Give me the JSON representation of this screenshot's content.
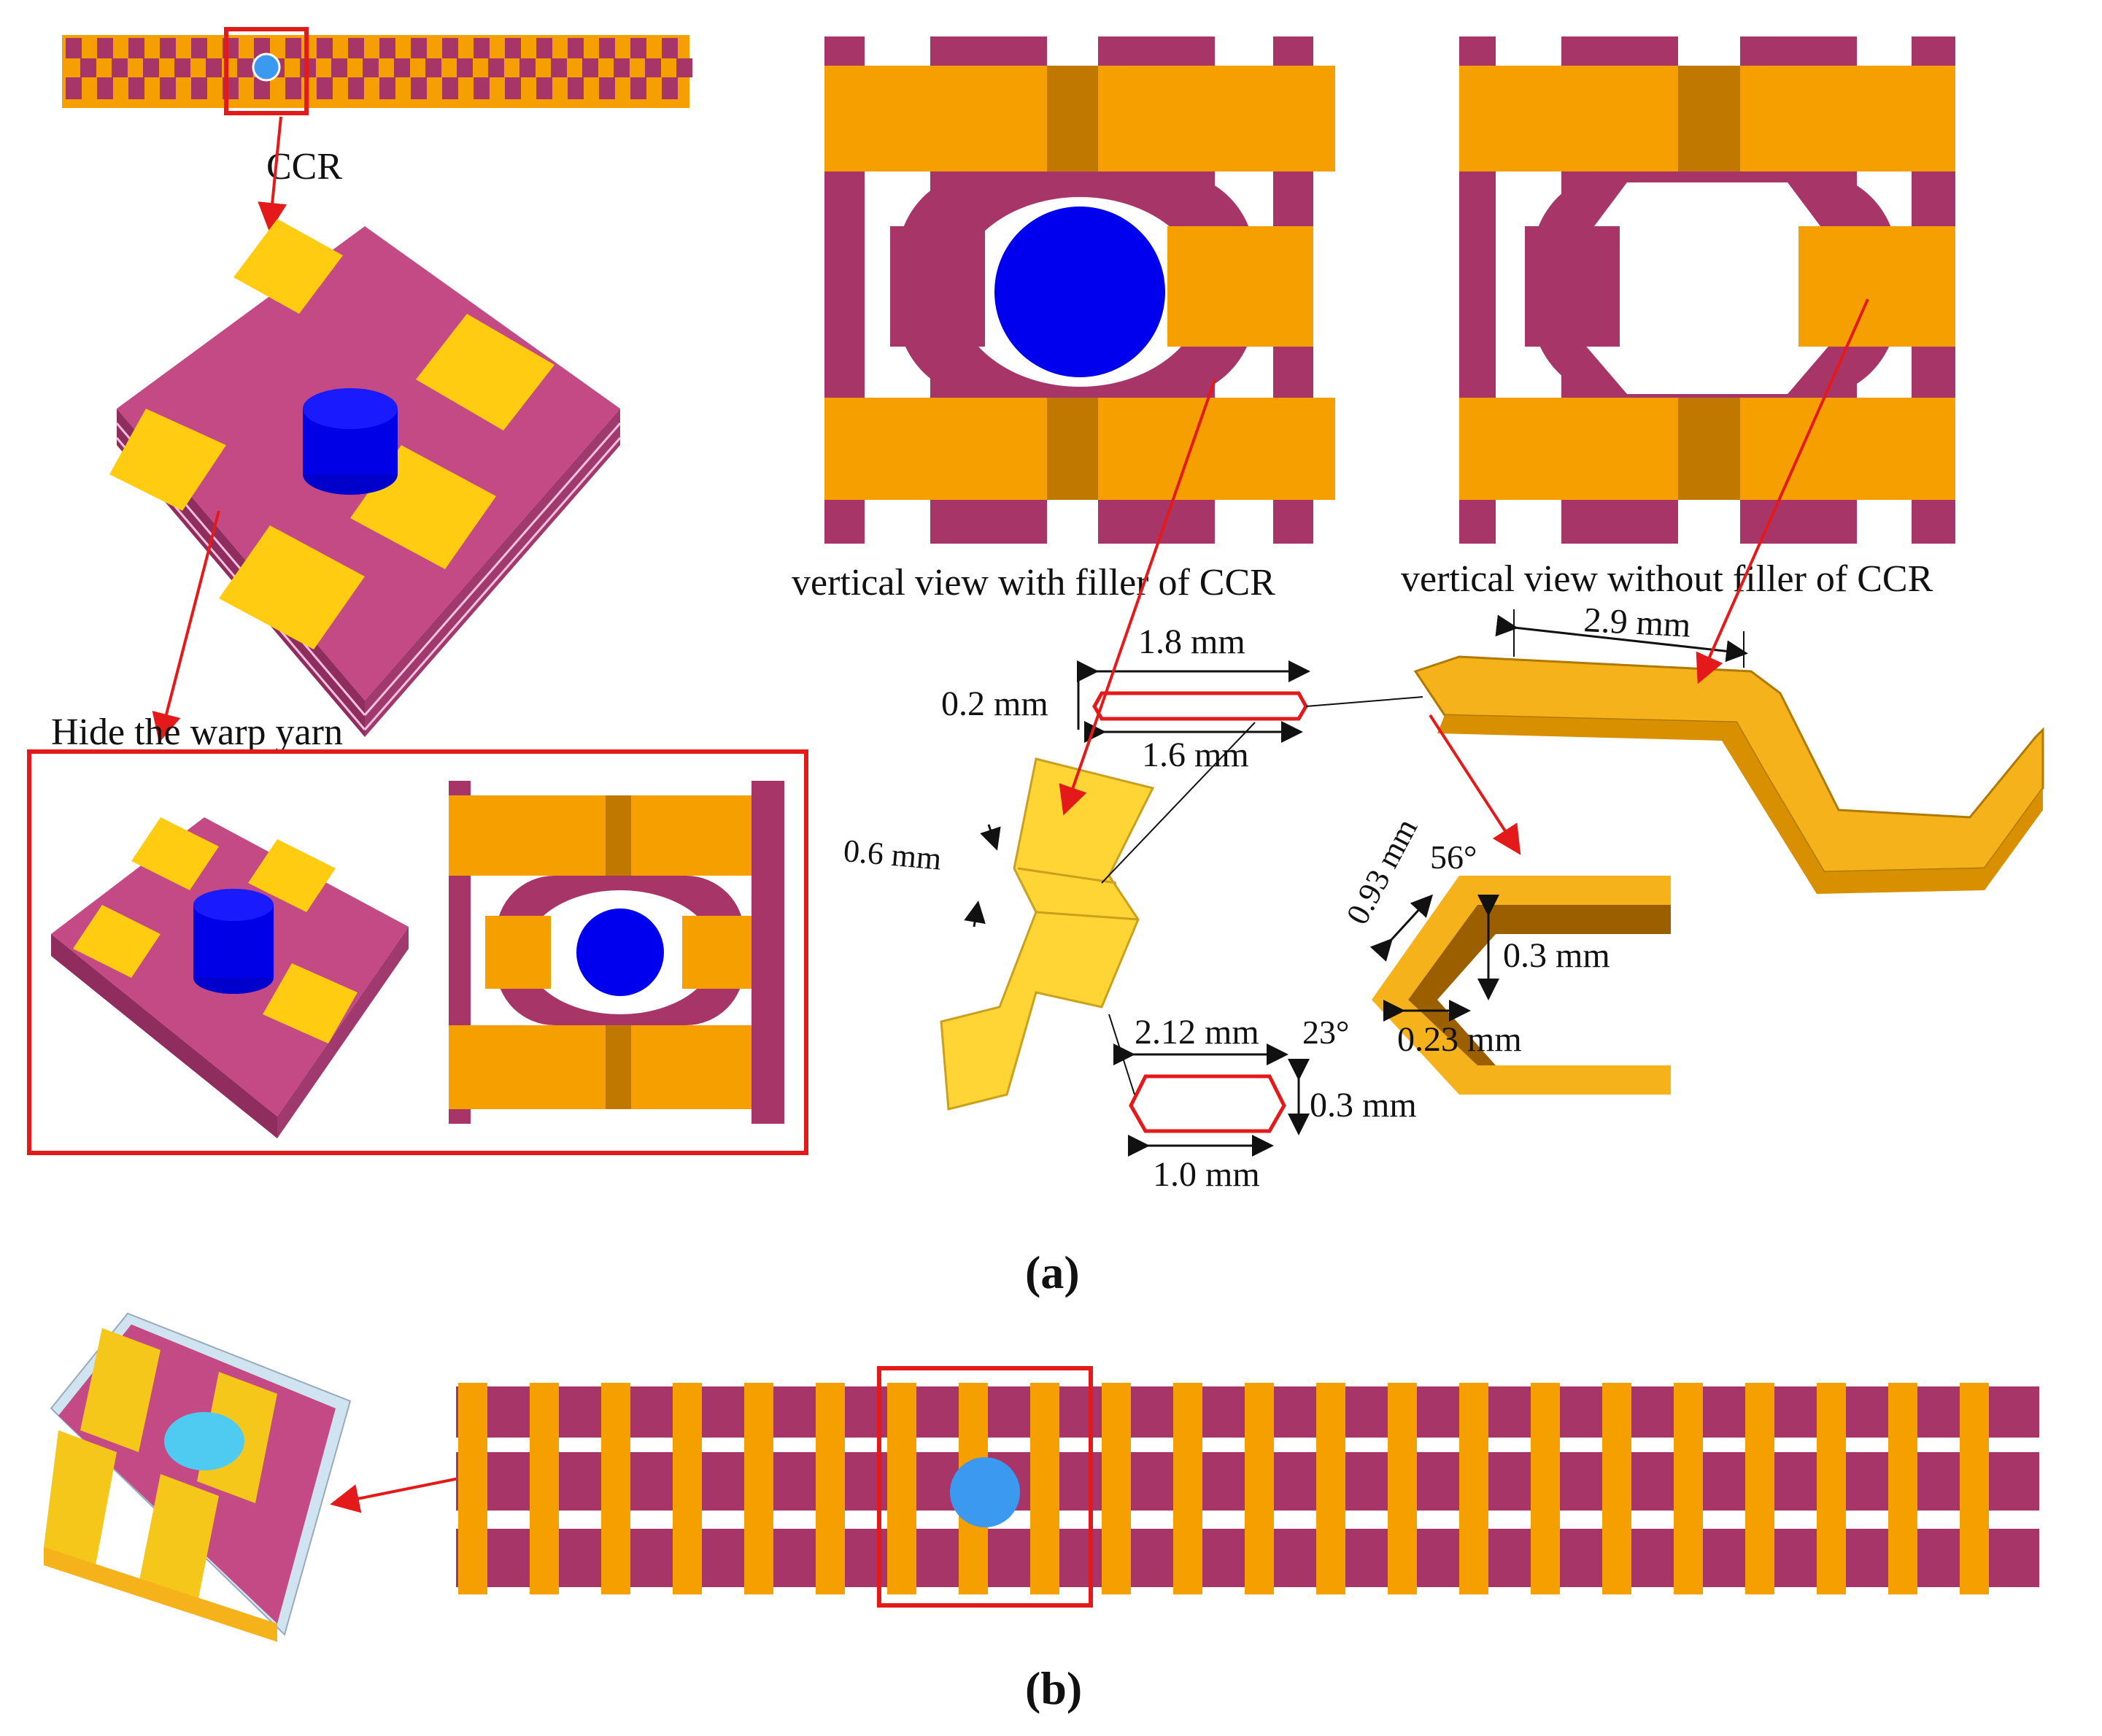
{
  "labels": {
    "ccr": "CCR",
    "hide_warp": "Hide  the warp yarn",
    "with_filler": "vertical view with filler of  CCR",
    "without_filler": "vertical view without filler of  CCR",
    "panel_a": "(a)",
    "panel_b": "(b)"
  },
  "dimensions": {
    "d_1_8": "1.8 mm",
    "d_1_6": "1.6 mm",
    "d_0_2": "0.2 mm",
    "d_2_9": "2.9 mm",
    "d_0_6": "0.6 mm",
    "d_0_93": "0.93 mm",
    "d_56": "56°",
    "d_0_3a": "0.3 mm",
    "d_23": "23°",
    "d_0_23": "0.23 mm",
    "d_2_12": "2.12 mm",
    "d_0_3b": "0.3 mm",
    "d_1_0": "1.0 mm"
  },
  "colors": {
    "weft_yellow": "#f5a000",
    "weft_dark": "#c07800",
    "warp_magenta": "#a83568",
    "warp_pink": "#d85596",
    "filler_blue": "#0000ee",
    "filler_light": "#3b9af0",
    "highlight_red": "#e41a1a",
    "bright_yellow": "#ffcf1a"
  }
}
